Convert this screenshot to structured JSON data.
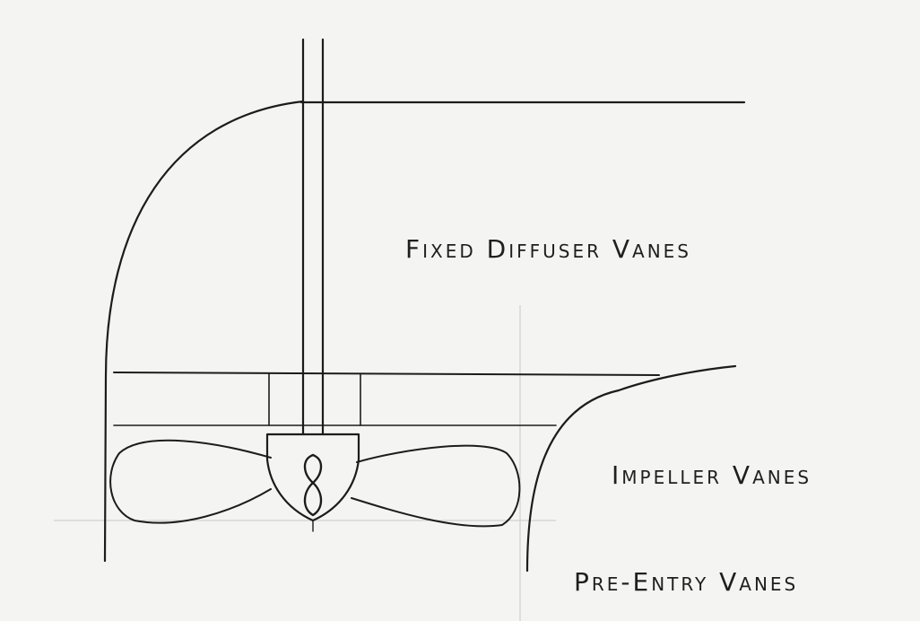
{
  "labels": {
    "fixed_diffuser_vanes": "Fixed Diffuser Vanes",
    "impeller_vanes": "Impeller Vanes",
    "pre_entry_vanes": "Pre-Entry Vanes"
  },
  "colors": {
    "ink": "#1c1c1c",
    "paper": "#f4f4f2"
  }
}
